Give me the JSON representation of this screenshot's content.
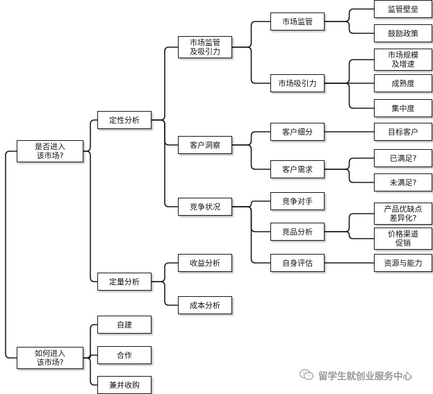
{
  "diagram": {
    "nodes": [
      {
        "id": "entry",
        "label": "是否进入\n该市场?"
      },
      {
        "id": "qualitative",
        "label": "定性分析"
      },
      {
        "id": "quantitative",
        "label": "定量分析"
      },
      {
        "id": "mkt_reg_attr",
        "label": "市场监管\n及吸引力"
      },
      {
        "id": "customer_insight",
        "label": "客户洞察"
      },
      {
        "id": "competition",
        "label": "竞争状况"
      },
      {
        "id": "revenue",
        "label": "收益分析"
      },
      {
        "id": "cost",
        "label": "成本分析"
      },
      {
        "id": "mkt_reg",
        "label": "市场监管"
      },
      {
        "id": "mkt_attr",
        "label": "市场吸引力"
      },
      {
        "id": "cust_seg",
        "label": "客户细分"
      },
      {
        "id": "cust_need",
        "label": "客户需求"
      },
      {
        "id": "competitor",
        "label": "竞争对手"
      },
      {
        "id": "product_analysis",
        "label": "竞品分析"
      },
      {
        "id": "self_eval",
        "label": "自身评估"
      },
      {
        "id": "barrier",
        "label": "监管壁垒"
      },
      {
        "id": "policy",
        "label": "鼓励政策"
      },
      {
        "id": "scale",
        "label": "市场规模\n及增速"
      },
      {
        "id": "maturity",
        "label": "成熟度"
      },
      {
        "id": "concentration",
        "label": "集中度"
      },
      {
        "id": "target",
        "label": "目标客户"
      },
      {
        "id": "satisfied",
        "label": "已满足?"
      },
      {
        "id": "unsatisfied",
        "label": "未满足?"
      },
      {
        "id": "pros_cons",
        "label": "产品优缺点\n差异化?"
      },
      {
        "id": "price_channel",
        "label": "价格渠道\n促销"
      },
      {
        "id": "resources",
        "label": "资源与能力"
      },
      {
        "id": "how_enter",
        "label": "如何进入\n该市场?"
      },
      {
        "id": "build",
        "label": "自建"
      },
      {
        "id": "cooperate",
        "label": "合作"
      },
      {
        "id": "acquire",
        "label": "兼并收购"
      }
    ],
    "edges": [
      [
        "entry",
        "qualitative"
      ],
      [
        "entry",
        "quantitative"
      ],
      [
        "qualitative",
        "mkt_reg_attr"
      ],
      [
        "qualitative",
        "customer_insight"
      ],
      [
        "qualitative",
        "competition"
      ],
      [
        "quantitative",
        "revenue"
      ],
      [
        "quantitative",
        "cost"
      ],
      [
        "mkt_reg_attr",
        "mkt_reg"
      ],
      [
        "mkt_reg_attr",
        "mkt_attr"
      ],
      [
        "customer_insight",
        "cust_seg"
      ],
      [
        "customer_insight",
        "cust_need"
      ],
      [
        "competition",
        "competitor"
      ],
      [
        "competition",
        "product_analysis"
      ],
      [
        "competition",
        "self_eval"
      ],
      [
        "mkt_reg",
        "barrier"
      ],
      [
        "mkt_reg",
        "policy"
      ],
      [
        "mkt_attr",
        "scale"
      ],
      [
        "mkt_attr",
        "maturity"
      ],
      [
        "mkt_attr",
        "concentration"
      ],
      [
        "cust_seg",
        "target"
      ],
      [
        "cust_need",
        "satisfied"
      ],
      [
        "cust_need",
        "unsatisfied"
      ],
      [
        "product_analysis",
        "pros_cons"
      ],
      [
        "product_analysis",
        "price_channel"
      ],
      [
        "self_eval",
        "resources"
      ],
      [
        "how_enter",
        "build"
      ],
      [
        "how_enter",
        "cooperate"
      ],
      [
        "how_enter",
        "acquire"
      ]
    ],
    "root_links": [
      [
        "entry",
        "how_enter"
      ]
    ]
  },
  "watermark": {
    "text": "留学生就创业服务中心",
    "icon": "wechat-icon"
  },
  "colors": {
    "line": "#1a1a1a",
    "border": "#1a1a1a",
    "watermark": "#9a9a9a"
  }
}
